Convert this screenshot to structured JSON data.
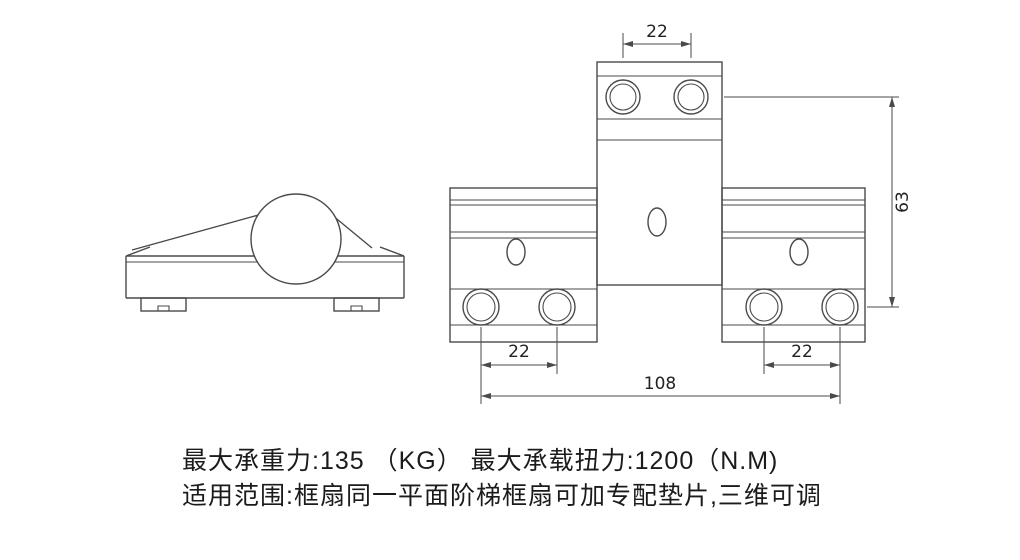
{
  "figure": {
    "dimensions": {
      "top_hole_spacing": "22",
      "vertical_offset": "63",
      "left_hole_spacing": "22",
      "right_hole_spacing": "22",
      "overall_span": "108"
    },
    "notes": {
      "line1": "最大承重力:135 （KG） 最大承载扭力:1200（N.M)",
      "line2": "适用范围:框扇同一平面阶梯框扇可加专配垫片,三维可调"
    }
  }
}
